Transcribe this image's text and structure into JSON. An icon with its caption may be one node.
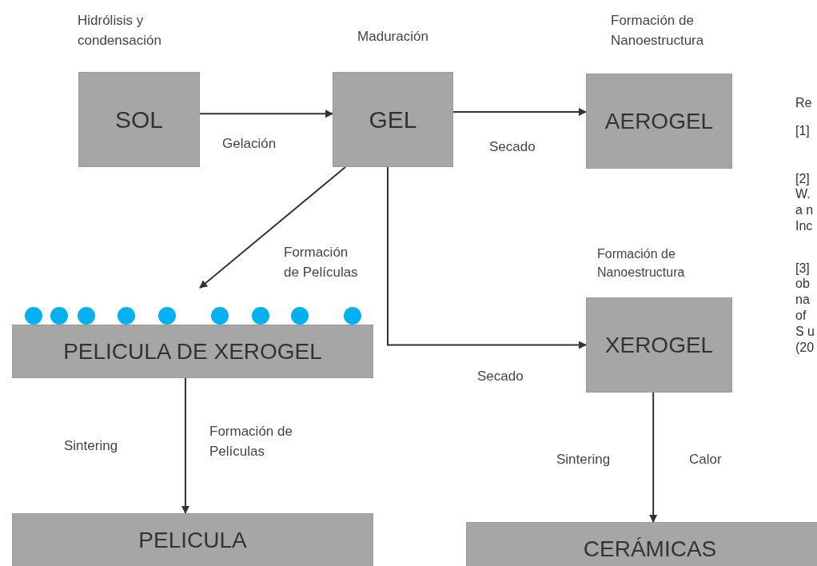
{
  "diagram": {
    "nodes": [
      {
        "text": [
          "Hidrólisis y condensación",
          "SOL"
        ]
      },
      {
        "text": [
          "Maduración",
          "GEL"
        ]
      },
      {
        "text": [
          "Formación de Nanoestructura",
          "AEROGEL"
        ]
      },
      {
        "text": [
          "PELICULA DE XEROGEL"
        ]
      },
      {
        "text": [
          "Formación de Nanoestructura",
          "XEROGEL"
        ]
      },
      {
        "text": [
          "PELICULA"
        ]
      },
      {
        "text": [
          "CERÁMICAS"
        ]
      }
    ],
    "edges": [
      {
        "from": 0,
        "to": 1,
        "arrow": "to",
        "label": "Gelación"
      },
      {
        "from": 1,
        "to": 2,
        "arrow": "to",
        "label": "Secado"
      },
      {
        "from": 1,
        "to": 3,
        "arrow": "to",
        "label": "Formación de Películas"
      },
      {
        "from": 1,
        "to": 4,
        "arrow": "to",
        "label": "Secado"
      },
      {
        "from": 3,
        "to": 5,
        "arrow": "to",
        "label": "Formación de Películas"
      },
      {
        "from": 4,
        "to": 6,
        "arrow": "to",
        "label": "Calor"
      }
    ],
    "labels": [
      "Sintering",
      "Sintering",
      "Re",
      "[1]",
      "[2]",
      "W.",
      "a n",
      "Inc",
      "[3]",
      "ob",
      "na",
      "of",
      "S u",
      "(20"
    ]
  }
}
